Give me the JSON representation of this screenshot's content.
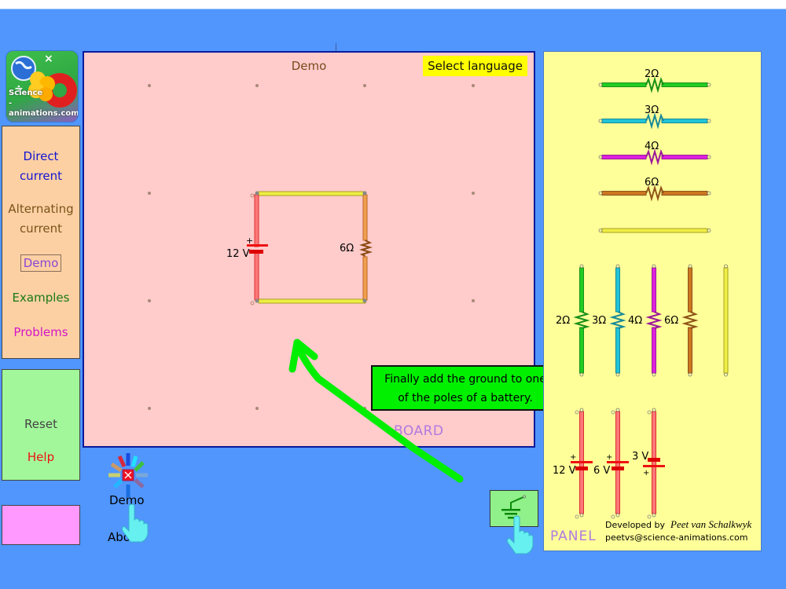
{
  "app": {
    "logo_text_line1": "Science",
    "logo_text_line2": "-animations.com"
  },
  "menu": {
    "items": [
      {
        "label_line1": "Direct",
        "label_line2": "current",
        "color": "#1414d2"
      },
      {
        "label_line1": "Alternating",
        "label_line2": "current",
        "color": "#7a5418"
      },
      {
        "label": "Demo",
        "color": "#8a46d2",
        "selected": true
      },
      {
        "label": "Examples",
        "color": "#1a7a14"
      },
      {
        "label": "Problems",
        "color": "#d414c8"
      }
    ]
  },
  "controls": {
    "reset_label": "Reset",
    "help_label": "Help",
    "reset_color": "#444444",
    "help_color": "#ee1111"
  },
  "bottom_left": {
    "demo_label": "Demo",
    "about_label": "About"
  },
  "board": {
    "title": "Demo",
    "select_language_label": "Select language",
    "label": "BOARD",
    "circuit": {
      "battery": {
        "voltage_label": "12 V",
        "plus_label": "+"
      },
      "resistor": {
        "label": "6Ω"
      }
    }
  },
  "tooltip": {
    "line1": "Finally add the ground to one",
    "line2": "of the poles of a battery."
  },
  "panel": {
    "label": "PANEL",
    "horizontal_resistors": [
      {
        "label": "2Ω",
        "color": "#22cc22"
      },
      {
        "label": "3Ω",
        "color": "#22c4d8"
      },
      {
        "label": "4Ω",
        "color": "#dd22dd"
      },
      {
        "label": "6Ω",
        "color": "#cc7722"
      }
    ],
    "horizontal_wire_color": "#d8d830",
    "vertical_resistors": [
      {
        "label": "2Ω",
        "color": "#22cc22"
      },
      {
        "label": "3Ω",
        "color": "#22c4d8"
      },
      {
        "label": "4Ω",
        "color": "#dd22dd"
      },
      {
        "label": "6Ω",
        "color": "#cc7722"
      }
    ],
    "batteries": [
      {
        "label": "12 V",
        "plus": "+"
      },
      {
        "label": "6 V",
        "plus": "+"
      },
      {
        "label": "3 V",
        "plus": "+"
      }
    ],
    "credits_prefix": "Developed by",
    "credits_name": "Peet van Schalkwyk",
    "credits_email": "peetvs@science-animations.com"
  }
}
